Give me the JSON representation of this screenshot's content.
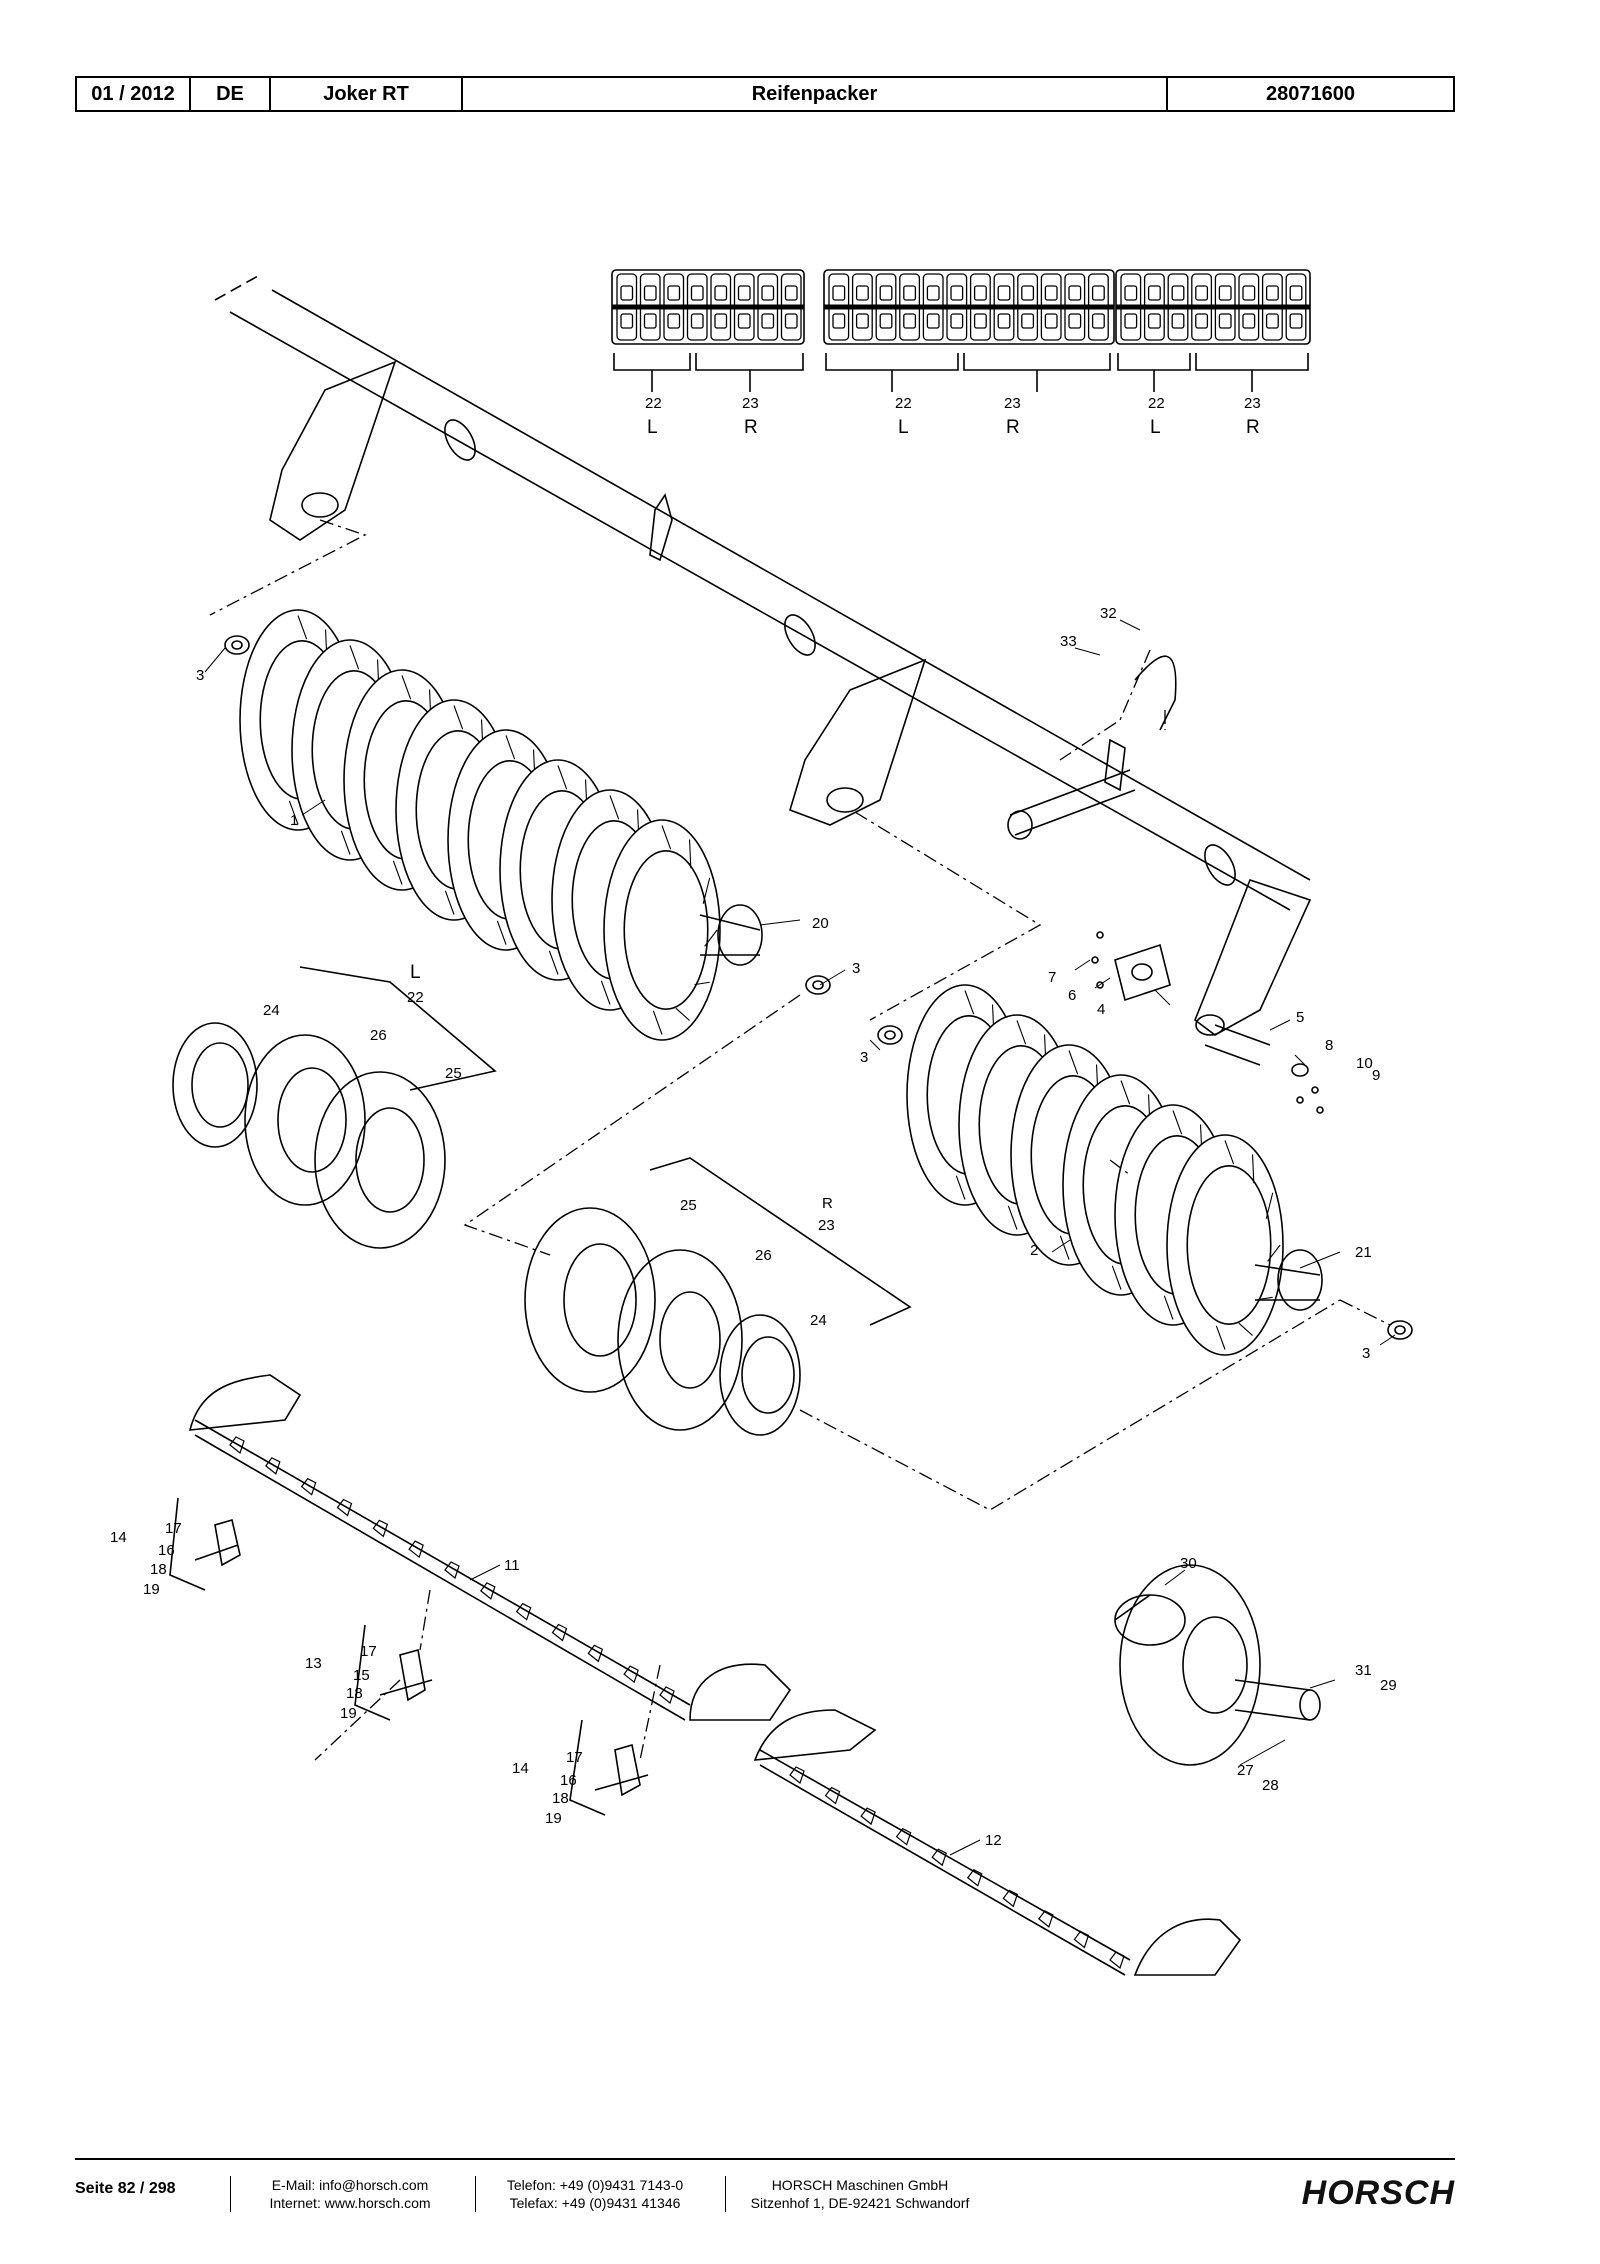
{
  "header": {
    "date": "01 / 2012",
    "language": "DE",
    "model": "Joker RT",
    "title": "Reifenpacker",
    "doc_number": "28071600"
  },
  "diagram": {
    "sections": [
      {
        "left_no": "22",
        "left_side": "L",
        "right_no": "23",
        "right_side": "R"
      },
      {
        "left_no": "22",
        "left_side": "L",
        "right_no": "23",
        "right_side": "R"
      },
      {
        "left_no": "22",
        "left_side": "L",
        "right_no": "23",
        "right_side": "R"
      }
    ],
    "callouts": {
      "c1": "1",
      "c2": "2",
      "c3a": "3",
      "c3b": "3",
      "c3c": "3",
      "c3d": "3",
      "c4": "4",
      "c5": "5",
      "c6": "6",
      "c7": "7",
      "c8": "8",
      "c9": "9",
      "c10": "10",
      "c11": "11",
      "c12": "12",
      "c13": "13",
      "c14a": "14",
      "c14b": "14",
      "c15": "15",
      "c16a": "16",
      "c16b": "16",
      "c17a": "17",
      "c17b": "17",
      "c17c": "17",
      "c18a": "18",
      "c18b": "18",
      "c18c": "18",
      "c19a": "19",
      "c19b": "19",
      "c19c": "19",
      "c20": "20",
      "c21": "21",
      "c22": "22",
      "c22L": "L",
      "c23": "23",
      "c23R": "R",
      "c24a": "24",
      "c24b": "24",
      "c25a": "25",
      "c25b": "25",
      "c26a": "26",
      "c26b": "26",
      "c27": "27",
      "c28": "28",
      "c29": "29",
      "c30": "30",
      "c31": "31",
      "c32": "32",
      "c33": "33"
    }
  },
  "footer": {
    "page": "Seite 82 / 298",
    "email": "E-Mail: info@horsch.com",
    "internet": "Internet: www.horsch.com",
    "phone": "Telefon: +49 (0)9431 7143-0",
    "fax": "Telefax: +49 (0)9431 41346",
    "company": "HORSCH Maschinen GmbH",
    "address": "Sitzenhof 1, DE-92421 Schwandorf",
    "logo": "HORSCH"
  }
}
